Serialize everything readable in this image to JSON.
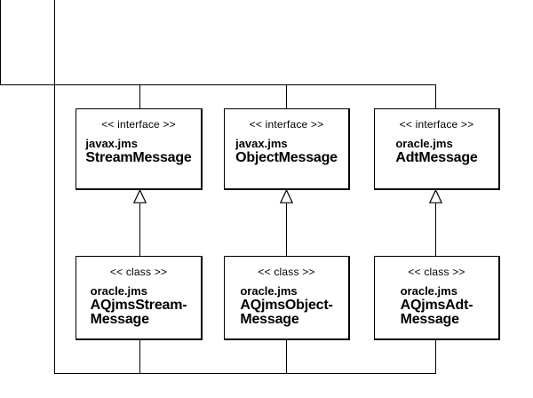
{
  "diagram": {
    "background_color": "#ffffff",
    "line_color": "#000000",
    "columns": [
      {
        "interface": {
          "stereotype": "<< interface >>",
          "package": "javax.jms",
          "name": "StreamMessage"
        },
        "class": {
          "stereotype": "<< class >>",
          "package": "oracle.jms",
          "name_line1": "AQjmsStream-",
          "name_line2": "Message"
        }
      },
      {
        "interface": {
          "stereotype": "<< interface >>",
          "package": "javax.jms",
          "name": "ObjectMessage"
        },
        "class": {
          "stereotype": "<< class >>",
          "package": "oracle.jms",
          "name_line1": "AQjmsObject-",
          "name_line2": "Message"
        }
      },
      {
        "interface": {
          "stereotype": "<< interface >>",
          "package": "oracle.jms",
          "name": "AdtMessage"
        },
        "class": {
          "stereotype": "<< class >>",
          "package": "oracle.jms",
          "name_line1": "AQjmsAdt-",
          "name_line2": "Message"
        }
      }
    ]
  }
}
